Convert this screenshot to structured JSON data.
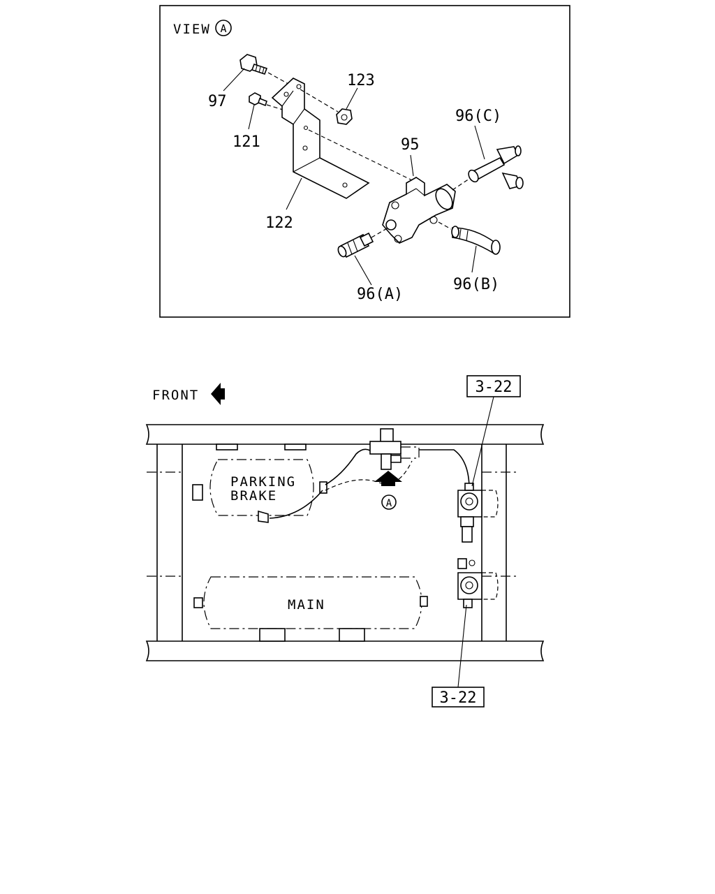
{
  "view_panel": {
    "title": "VIEW",
    "title_circle": "A",
    "callouts": {
      "p97": "97",
      "p121": "121",
      "p123": "123",
      "p122": "122",
      "p95": "95",
      "p96c": "96(C)",
      "p96b": "96(B)",
      "p96a": "96(A)"
    }
  },
  "layout_diagram": {
    "front_label": "FRONT",
    "parking_tank_line1": "PARKING",
    "parking_tank_line2": "BRAKE",
    "main_tank": "MAIN",
    "view_marker": "A",
    "ref_top": "3-22",
    "ref_bottom": "3-22"
  }
}
